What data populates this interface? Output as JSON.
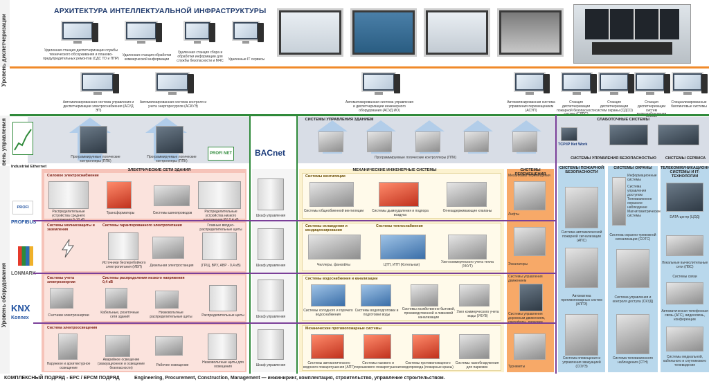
{
  "title": "АРХИТЕКТУРА ИНТЕЛЛЕКТУАЛЬНОЙ ИНФРАСТРУКТУРЫ",
  "levels": {
    "dispatch": "Уровень диспетчеризации",
    "control": "Уровень управления",
    "equipment": "Уровень оборудования"
  },
  "top_stations": [
    "Удаленная станция диспетчеризации службы технического обслуживания и планово-предупредительных ремонтов (СДС ТО и ППР)",
    "Удаленная станция обработки коммерческой информации",
    "Удаленная станция сбора и обработки информации для службы безопасности и МЧС",
    "Удаленные IT сервисы"
  ],
  "mid_stations": [
    "Автоматизированная система управления и диспетчеризации электроснабжения (АСУД ЭП)",
    "Автоматизированная система контроля и учета энергоресурсов (АСКУЭ)",
    "Автоматизированная система управления и диспетчеризации инженерного оборудования (АСУД ИО)",
    "Автоматизированная система управления перемещением (АСУП)",
    "Станция диспетчеризации пожарной безопасности систем (СДПС)",
    "Станция диспетчеризации систем охраны (СДСО)",
    "Станция диспетчеризации систем видеонаблюдения (СДСВ)",
    "Специализированные биллинговые системы"
  ],
  "control": {
    "plc1": "Программируемые логические контроллеры (ППК)",
    "plc2": "Программируемые логические контроллеры (ППК)",
    "plc3": "Программируемые логические контроллеры (ППК)",
    "bms_header": "СИСТЕМЫ УПРАВЛЕНИЯ ЗДАНИЕМ",
    "low_current": "СЛАБОТОЧНЫЕ СИСТЕМЫ",
    "tcpip": "TCP/IP Net Work",
    "security_mgmt": "СИСТЕМЫ УПРАВЛЕНИЯ БЕЗОПАСНОСТЬЮ",
    "service_sys": "СИСТЕМЫ СЕРВИСА",
    "profinet": "PROFI NET",
    "bacnet": "BACnet"
  },
  "protocols": {
    "industrial_ethernet": "Industrial Ethernet",
    "profibus": "PROFIBUS",
    "lonmark": "LONMARK",
    "knx": "KNX",
    "konnex": "Konnex"
  },
  "equip_headers": {
    "electric": "ЭЛЕКТРИЧЕСКИЕ СЕТИ ЗДАНИЯ",
    "mechanical": "МЕХАНИЧЕСКИЕ ИНЖЕНЕРНЫЕ СИСТЕМЫ",
    "movement": "СИСТЕМЫ ПЕРЕМЕЩЕНИЯ",
    "fire": "СИСТЕМЫ ПОЖАРНОЙ БЕЗОПАСНОСТИ",
    "guard": "СИСТЕМЫ ОХРАНЫ",
    "telecom": "ТЕЛЕКОММУНИКАЦИОННЫЕ СИСТЕМЫ И IT-ТЕХНОЛОГИИ"
  },
  "electric_rows": [
    {
      "title": "Силовое электроснабжение",
      "items": [
        "Распределительные устройства среднего напряжения 6-10 кВ",
        "Трансформаторы",
        "Системы шинопроводов",
        "Распределительные устройства низкого напряжения РУ 0,4 кВ"
      ]
    },
    {
      "title": "Системы молниезащиты и заземления",
      "sub": "Системы гарантированного электропитания",
      "items": [
        "Источники бесперебойного электропитания (ИБП)",
        "Дизельная электростанция",
        "Главные вводно-распределительные щиты",
        "(ГРЩ, ВРУ, АВР - 0,4 кВ)"
      ]
    },
    {
      "title": "Системы учета электроэнергии",
      "sub": "Системы распределения низкого напряжения 0,4 кВ",
      "items": [
        "Счетчики электроэнергии",
        "Кабельные, розеточные сети зданий",
        "Низковольтные распределительные щиты",
        "Распределительные щиты"
      ]
    },
    {
      "title": "Система электроосвещения",
      "items": [
        "Наружное и архитектурное освещение",
        "Аварийное освещение (эвакуационное и освещение безопасности)",
        "Рабочее освещение",
        "Низковольтные щиты для освещения"
      ]
    }
  ],
  "cabinet": "Шкаф управления",
  "mech_rows": [
    {
      "title": "Системы вентиляции",
      "items": [
        "Системы общеобменной вентиляции",
        "Системы дымоудаления и подпора воздуха",
        "Огнезадерживающие клапаны"
      ]
    },
    {
      "title": "Системы охлаждения и кондиционирования",
      "sub": "Системы теплоснабжения",
      "items": [
        "Чиллеры, фанкойлы",
        "ЦТП, ИТП (Котельная)",
        "Узел коммерческого учета тепла (УКУТ)"
      ]
    },
    {
      "title": "Системы водоснабжения и канализации",
      "items": [
        "Системы холодного и горячего водоснабжения",
        "Системы водоподготовки и подготовки воды",
        "Системы хозяйственно-бытовой, производственной и ливневой канализации",
        "Узел коммерческого учета воды (УКУВ)"
      ]
    },
    {
      "title": "Механические противопожарные системы",
      "items": [
        "Системы автоматического водяного пожаротушения (АПТ)",
        "Системы газового и порошкового пожаротушения",
        "Системы противопожарного водопровода (пожарные краны)",
        "Системы газообнаружения для парковок"
      ]
    }
  ],
  "movement": [
    "Механизмы перемещения",
    "Лифты",
    "Эскалаторы",
    "Системы управления движением",
    "Системы управления дорожным движением, светофоры, парковки",
    "Турникеты"
  ],
  "fire": [
    "Система автоматической пожарной сигнализации (АПС)",
    "Автоматика противопожарных систем (АППЗ)",
    "Система оповещения и управления эвакуацией (СОУЭ)"
  ],
  "guard": [
    "Информационные системы",
    "Система управления доступом",
    "Телевизионное охранное наблюдение",
    "Магнитометрические системы",
    "Система охранно-тревожной сигнализации (СОТС)",
    "Система управления и контроля доступа (СКУД)",
    "Система телевизионного наблюдения (СТН)"
  ],
  "telecom": [
    "DATA-центр (ЦОД)",
    "Локальные вычислительные сети (ЛВС)",
    "Системы связи",
    "Автоматическая телефонная связь (АТС), видеосвязь, конференции",
    "Системы медиальной, кабельного и спутникового телевидения"
  ],
  "footer": {
    "left": "КОМПЛЕКСНЫЙ ПОДРЯД - EPC / EPCM ПОДРЯД",
    "right": "Engineering, Procurement, Construction, Management — инжиниринг, комплектация, строительство, управление строительством."
  },
  "colors": {
    "electric_bg": "#f6c3b9",
    "electric_row": "#fbe3dd",
    "mech_bg": "#fcf2cf",
    "movement_bg": "#f7a968",
    "fire_bg": "#b9d8ec",
    "control_bg": "#d8dde6",
    "dispatch_bg": "#ffffff",
    "line_purple": "#7a3f99",
    "line_green": "#2f8a3a",
    "line_red": "#d23a2a",
    "line_blue": "#2d6db3",
    "line_orange": "#f08a2a"
  }
}
